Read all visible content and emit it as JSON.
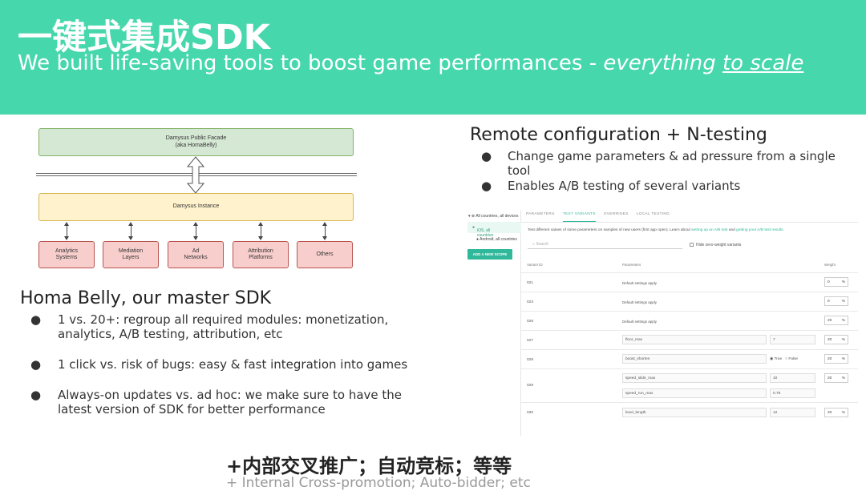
{
  "banner": {
    "title": "一键式集成SDK",
    "subtitle_prefix": "We built life-saving tools to boost game performances - ",
    "subtitle_em1": "everything ",
    "subtitle_em2": "to scale"
  },
  "diagram": {
    "facade_line1": "Damysus Public Facade",
    "facade_line2": "(aka HomaBelly)",
    "instance": "Damysus Instance",
    "modules": [
      {
        "line1": "Analytics",
        "line2": "Systems"
      },
      {
        "line1": "Mediation",
        "line2": "Layers"
      },
      {
        "line1": "Ad",
        "line2": "Networks"
      },
      {
        "line1": "Attribution",
        "line2": "Platforms"
      },
      {
        "line1": "Others",
        "line2": ""
      }
    ]
  },
  "left": {
    "heading": "Homa Belly, our master SDK",
    "bullet_glyph": "●",
    "bullets": [
      "1 vs. 20+: regroup all required modules: monetization, analytics, A/B testing, attribution, etc",
      "1 click vs. risk of bugs: easy & fast integration into games",
      "Always-on updates vs. ad hoc: we make sure to have the latest version of SDK for better performance"
    ]
  },
  "right": {
    "heading": "Remote configuration + N-testing",
    "bullets": [
      "Change game parameters & ad pressure from a single tool",
      "Enables A/B testing of several variants"
    ]
  },
  "screenshot": {
    "sidebar": {
      "all": "All countries, all devices",
      "ios": "iOS, all countries",
      "android": "Android, all countries",
      "add_scope": "ADD A NEW SCOPE"
    },
    "tabs": [
      "PARAMETERS",
      "TEST VARIANTS",
      "OVERRIDES",
      "LOCAL TESTING"
    ],
    "description": "Test different values of some parameters on samples of new users (first app open). Learn about ",
    "link1": "setting up an A/B test",
    "and": " and ",
    "link2": "getting your A/B test results",
    "period": ".",
    "search_placeholder": "Search",
    "hide_zero": "Hide zero-weight variants",
    "col_variant": "Variant ID",
    "col_params": "Parameters",
    "col_weight": "Weight",
    "rows": [
      {
        "id": "021",
        "param": "Default settings apply",
        "weight": "0"
      },
      {
        "id": "023",
        "param": "Default settings apply",
        "weight": "0"
      },
      {
        "id": "026",
        "param": "Default settings apply",
        "weight": "20"
      },
      {
        "id": "027",
        "param": "floor_max",
        "value": "7",
        "weight": "20"
      },
      {
        "id": "028",
        "param": "boost_shorten",
        "opt_true": "True",
        "opt_false": "False",
        "weight": "20"
      },
      {
        "id": "029",
        "param": "speed_slide_max",
        "value": "10",
        "param2": "speed_run_max",
        "value2": "0.75",
        "weight": "20"
      },
      {
        "id": "030",
        "param": "level_length",
        "value": "12",
        "weight": "20"
      }
    ],
    "pct": "%"
  },
  "bottom": {
    "cn": "+内部交叉推广；自动竞标；等等",
    "en": "+ Internal Cross-promotion; Auto-bidder; etc"
  }
}
